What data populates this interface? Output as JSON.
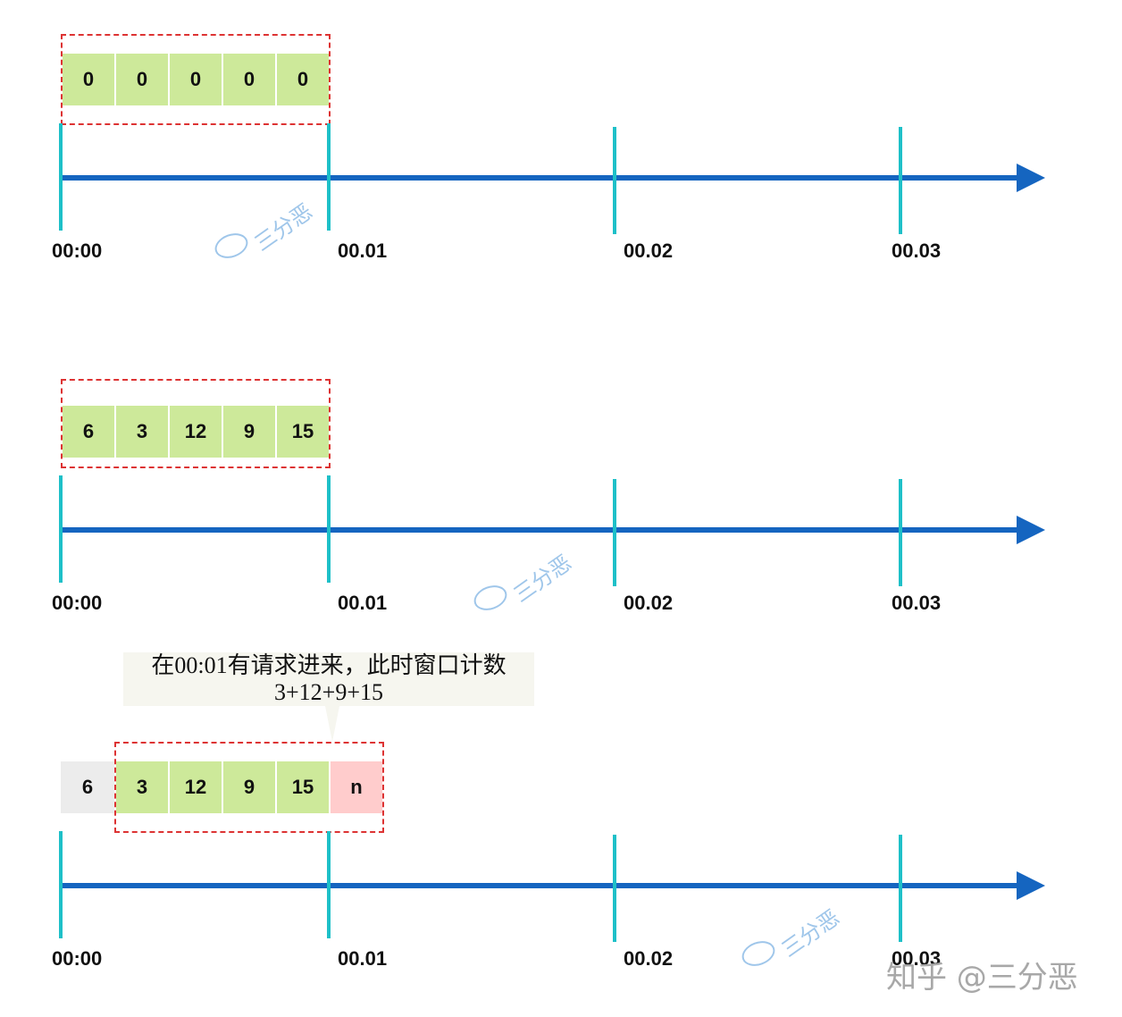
{
  "panels": [
    {
      "cells": [
        {
          "value": "0",
          "color": "green"
        },
        {
          "value": "0",
          "color": "green"
        },
        {
          "value": "0",
          "color": "green"
        },
        {
          "value": "0",
          "color": "green"
        },
        {
          "value": "0",
          "color": "green"
        }
      ],
      "ticks": [
        "00:00",
        "00.01",
        "00.02",
        "00.03"
      ]
    },
    {
      "cells": [
        {
          "value": "6",
          "color": "green"
        },
        {
          "value": "3",
          "color": "green"
        },
        {
          "value": "12",
          "color": "green"
        },
        {
          "value": "9",
          "color": "green"
        },
        {
          "value": "15",
          "color": "green"
        }
      ],
      "ticks": [
        "00:00",
        "00.01",
        "00.02",
        "00.03"
      ]
    },
    {
      "cells": [
        {
          "value": "6",
          "color": "gray"
        },
        {
          "value": "3",
          "color": "green"
        },
        {
          "value": "12",
          "color": "green"
        },
        {
          "value": "9",
          "color": "green"
        },
        {
          "value": "15",
          "color": "green"
        },
        {
          "value": "n",
          "color": "pink"
        }
      ],
      "ticks": [
        "00:00",
        "00.01",
        "00.02",
        "00.03"
      ],
      "callout": {
        "line1": "在00:01有请求进来，此时窗口计数",
        "line2": "3+12+9+15"
      }
    }
  ],
  "watermark": "三分恶",
  "corner_mark": "知乎 @三分恶",
  "colors": {
    "green": "#cde99a",
    "gray": "#ececec",
    "pink": "#ffcccc",
    "axis": "#1565c0",
    "tick": "#1ec0c8",
    "window_border": "#dd3333"
  }
}
